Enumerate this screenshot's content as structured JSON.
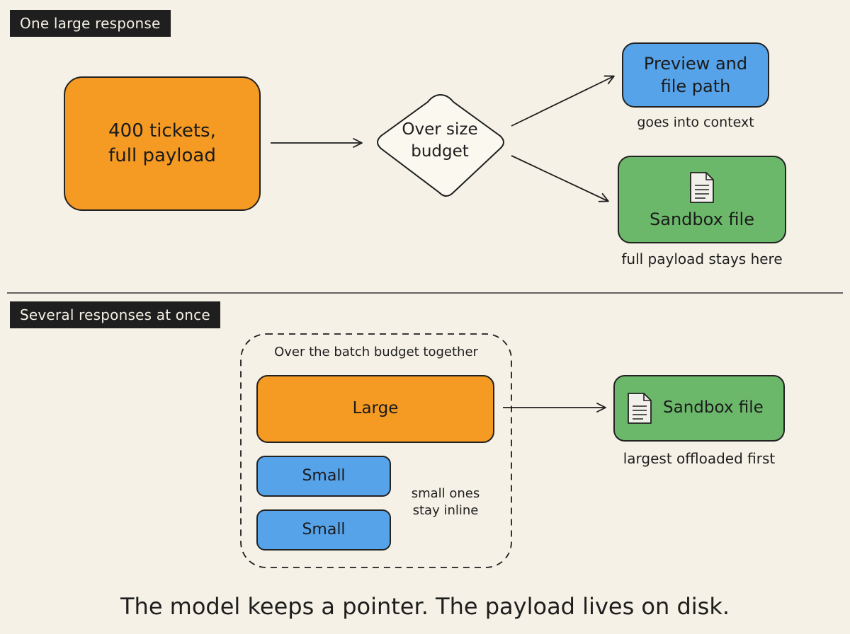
{
  "section_top": {
    "tag": "One large response",
    "source_box": "400 tickets,\nfull payload",
    "decision": "Over size\nbudget",
    "preview_box": "Preview and\nfile path",
    "preview_caption": "goes into context",
    "sandbox_box": "Sandbox file",
    "sandbox_caption": "full payload stays here"
  },
  "section_bottom": {
    "tag": "Several responses at once",
    "group_label": "Over the batch budget together",
    "large_box": "Large",
    "small_box_1": "Small",
    "small_box_2": "Small",
    "small_note": "small ones\nstay inline",
    "sandbox_box": "Sandbox file",
    "sandbox_caption": "largest offloaded first"
  },
  "footer": "The model keeps a pointer. The payload lives on disk.",
  "colors": {
    "background": "#f5f1e6",
    "orange": "#f59a23",
    "blue": "#56a3ea",
    "green": "#6cb86b",
    "ink": "#1e1e1e"
  },
  "icons": [
    "document-icon",
    "arrow-icon"
  ]
}
